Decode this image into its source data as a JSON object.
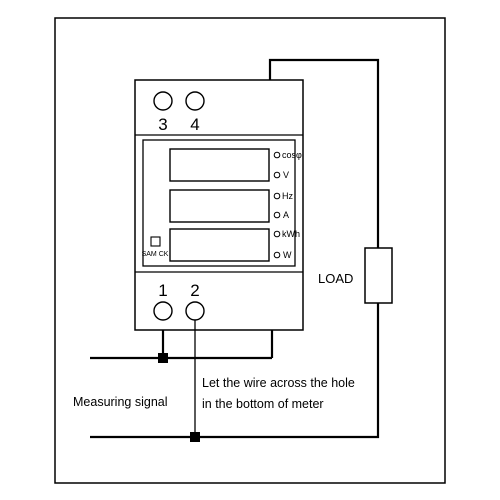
{
  "meter": {
    "top_terminals": [
      "3",
      "4"
    ],
    "bottom_terminals": [
      "1",
      "2"
    ],
    "button_label": "SAM CK",
    "indicators": [
      "cosφ",
      "V",
      "Hz",
      "A",
      "kWh",
      "W"
    ]
  },
  "labels": {
    "load": "LOAD",
    "measuring_signal": "Measuring signal",
    "instruction_line1": "Let the wire across the hole",
    "instruction_line2": "in the bottom of meter"
  },
  "colors": {
    "stroke": "#000000",
    "background": "#ffffff"
  }
}
